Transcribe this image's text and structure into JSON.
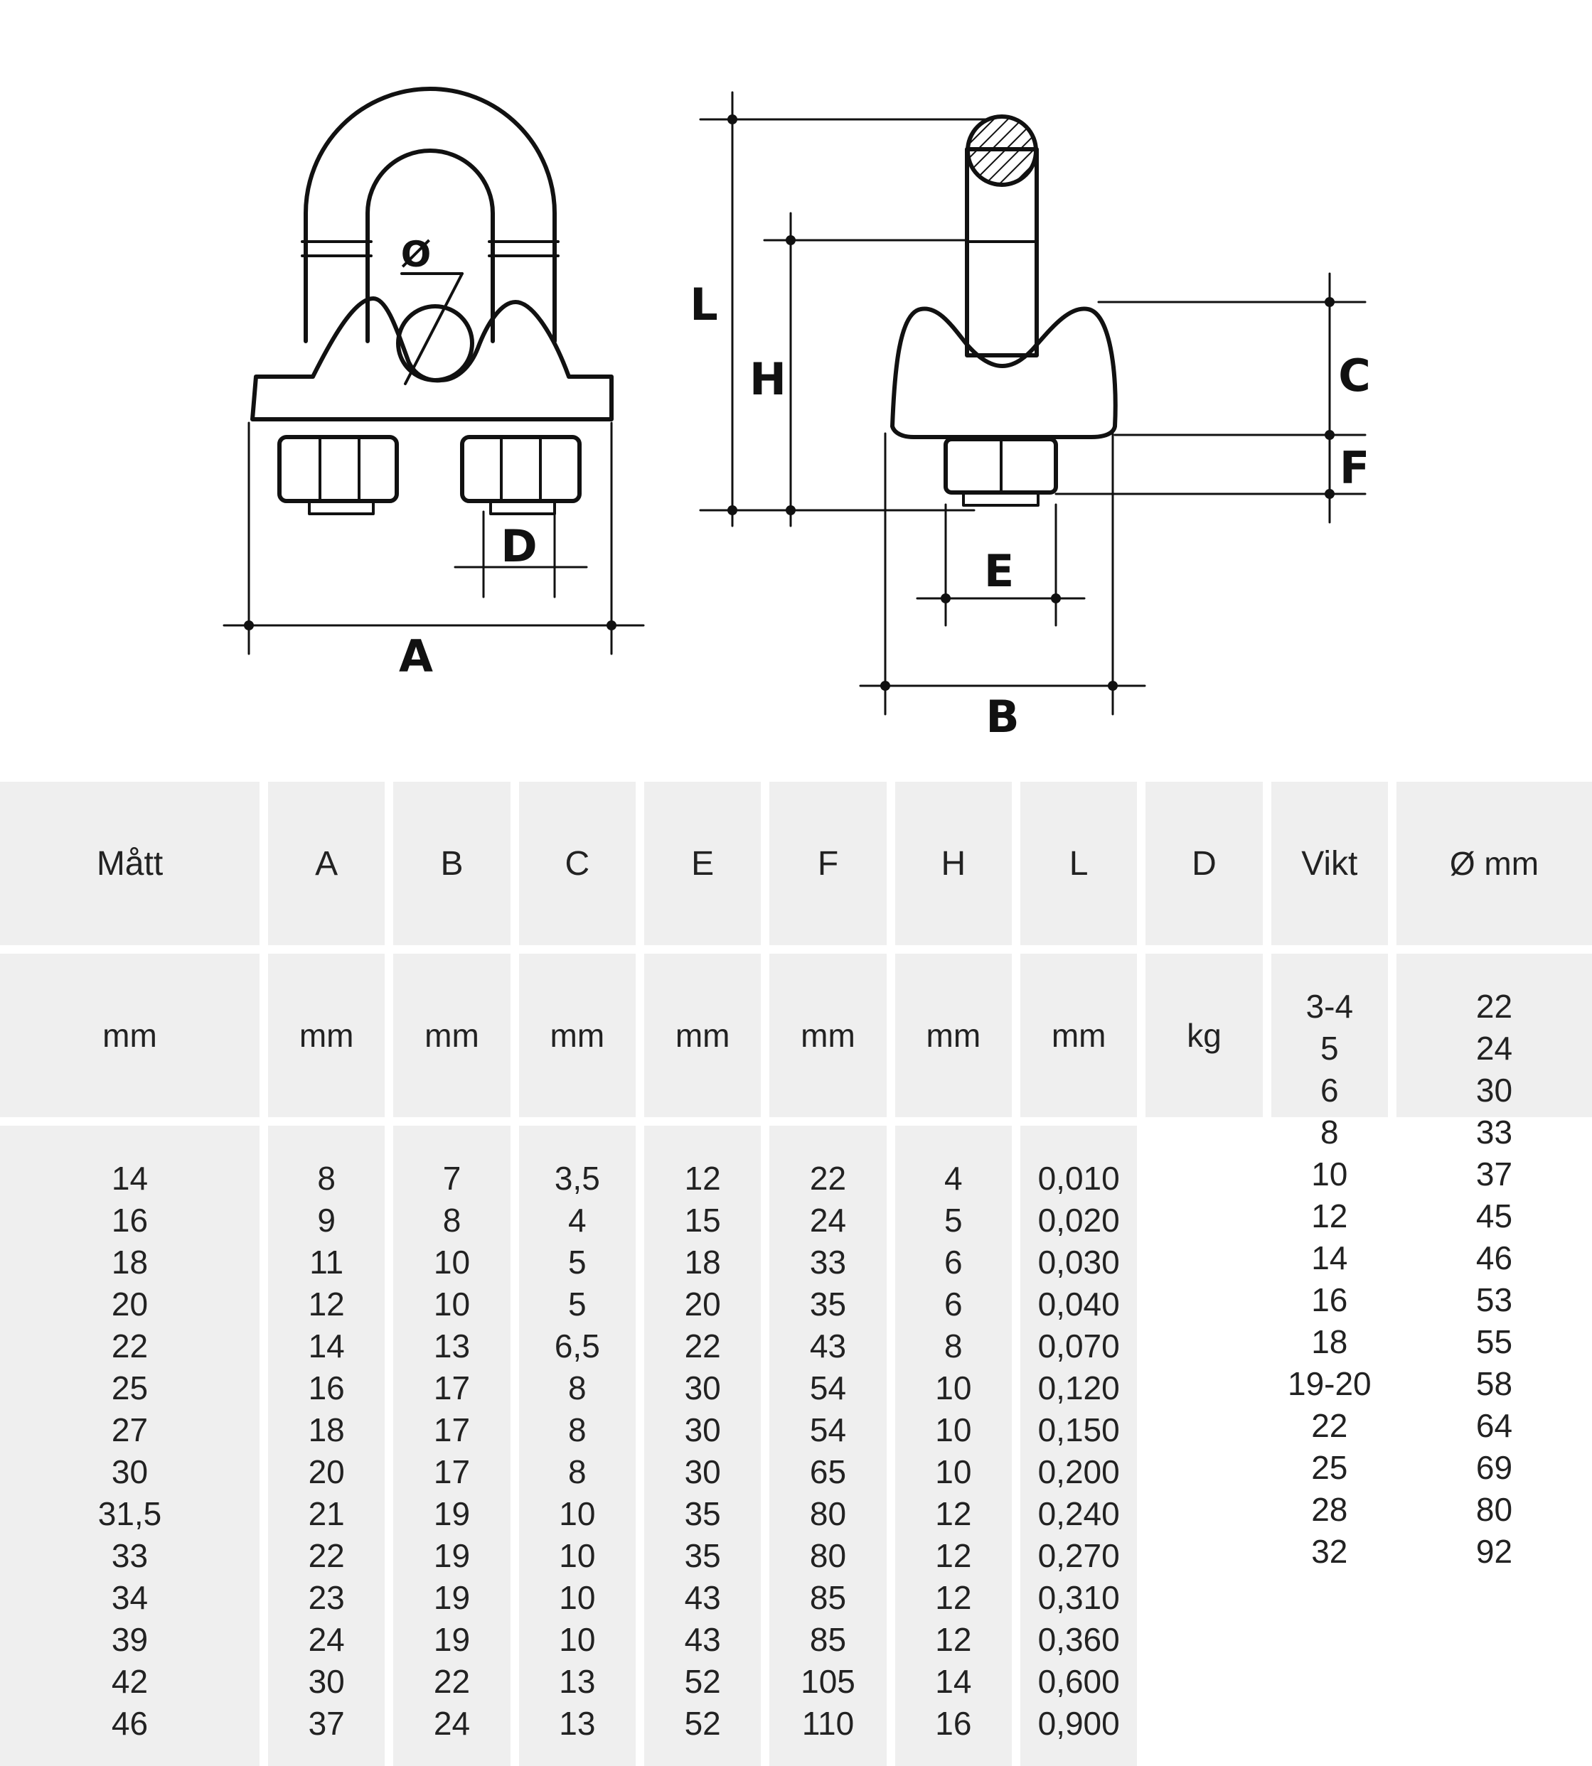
{
  "diagram": {
    "labels": {
      "a": "A",
      "b": "B",
      "c": "C",
      "d": "D",
      "e": "E",
      "f": "F",
      "h": "H",
      "l": "L",
      "dia": "Ø"
    }
  },
  "table": {
    "headers": [
      "Mått",
      "A",
      "B",
      "C",
      "E",
      "F",
      "H",
      "L",
      "D",
      "Vikt"
    ],
    "units": [
      "Ø mm",
      "mm",
      "mm",
      "mm",
      "mm",
      "mm",
      "mm",
      "mm",
      "mm",
      "kg"
    ],
    "columns": [
      [
        "3-4",
        "5",
        "6",
        "8",
        "10",
        "12",
        "14",
        "16",
        "18",
        "19-20",
        "22",
        "25",
        "28",
        "32"
      ],
      [
        "22",
        "24",
        "30",
        "33",
        "37",
        "45",
        "46",
        "53",
        "55",
        "58",
        "64",
        "69",
        "80",
        "92"
      ],
      [
        "14",
        "16",
        "18",
        "20",
        "22",
        "25",
        "27",
        "30",
        "31,5",
        "33",
        "34",
        "39",
        "42",
        "46"
      ],
      [
        "8",
        "9",
        "11",
        "12",
        "14",
        "16",
        "18",
        "20",
        "21",
        "22",
        "23",
        "24",
        "30",
        "37"
      ],
      [
        "7",
        "8",
        "10",
        "10",
        "13",
        "17",
        "17",
        "17",
        "19",
        "19",
        "19",
        "19",
        "22",
        "24"
      ],
      [
        "3,5",
        "4",
        "5",
        "5",
        "6,5",
        "8",
        "8",
        "8",
        "10",
        "10",
        "10",
        "10",
        "13",
        "13"
      ],
      [
        "12",
        "15",
        "18",
        "20",
        "22",
        "30",
        "30",
        "30",
        "35",
        "35",
        "43",
        "43",
        "52",
        "52"
      ],
      [
        "22",
        "24",
        "33",
        "35",
        "43",
        "54",
        "54",
        "65",
        "80",
        "80",
        "85",
        "85",
        "105",
        "110"
      ],
      [
        "4",
        "5",
        "6",
        "6",
        "8",
        "10",
        "10",
        "10",
        "12",
        "12",
        "12",
        "12",
        "14",
        "16"
      ],
      [
        "0,010",
        "0,020",
        "0,030",
        "0,040",
        "0,070",
        "0,120",
        "0,150",
        "0,200",
        "0,240",
        "0,270",
        "0,310",
        "0,360",
        "0,600",
        "0,900"
      ]
    ]
  }
}
